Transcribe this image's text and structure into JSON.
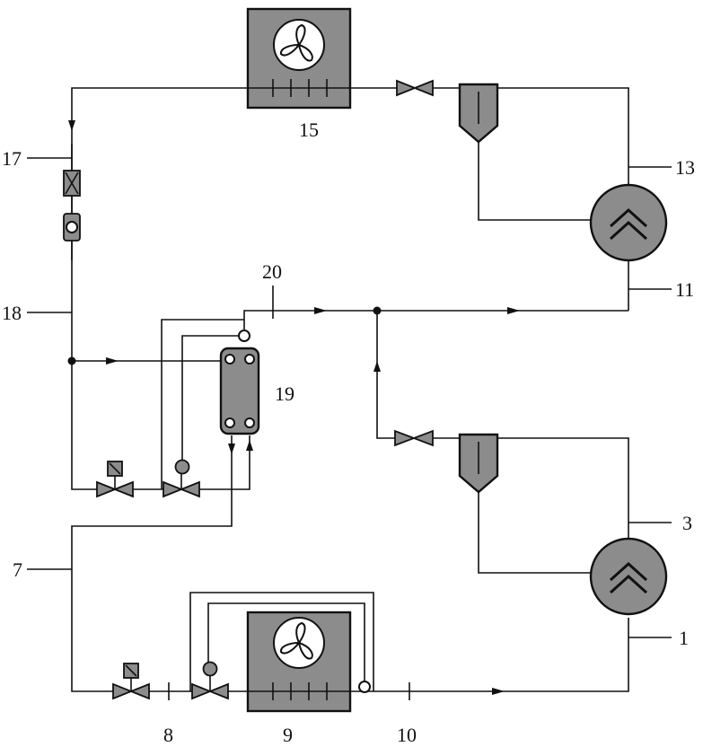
{
  "labels": {
    "n1": "1",
    "n3": "3",
    "n7": "7",
    "n8": "8",
    "n9": "9",
    "n10": "10",
    "n11": "11",
    "n13": "13",
    "n15": "15",
    "n17": "17",
    "n18": "18",
    "n19": "19",
    "n20": "20"
  },
  "colors": {
    "line": "#111111",
    "component_fill": "#8c8c8c",
    "background": "#ffffff"
  }
}
